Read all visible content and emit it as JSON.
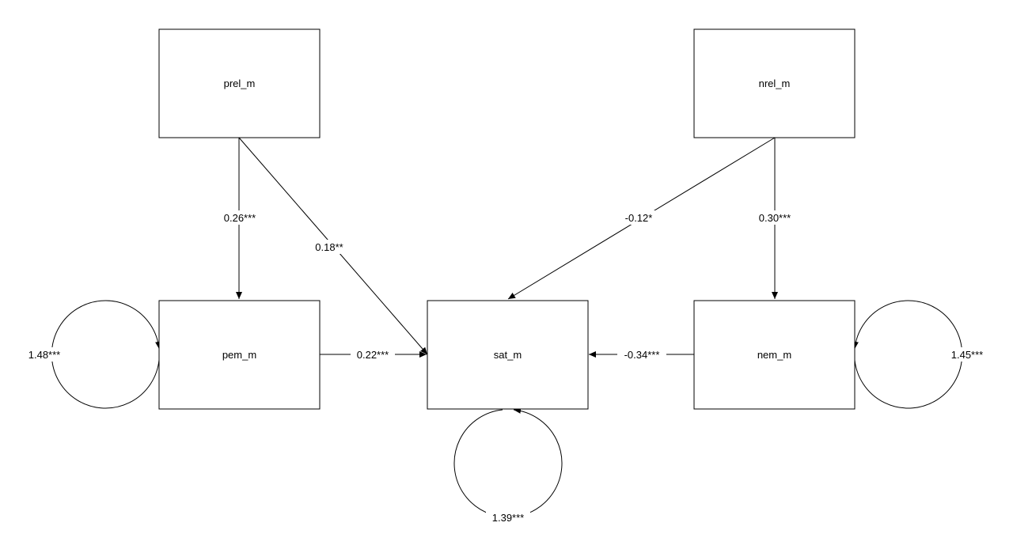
{
  "nodes": {
    "prel": "prel_m",
    "nrel": "nrel_m",
    "pem": "pem_m",
    "sat": "sat_m",
    "nem": "nem_m"
  },
  "paths": {
    "prel_to_pem": "0.26***",
    "prel_to_sat": "0.18**",
    "nrel_to_sat": "-0.12*",
    "nrel_to_nem": "0.30***",
    "pem_to_sat": "0.22***",
    "nem_to_sat": "-0.34***"
  },
  "variances": {
    "pem": "1.48***",
    "sat": "1.39***",
    "nem": "1.45***"
  }
}
